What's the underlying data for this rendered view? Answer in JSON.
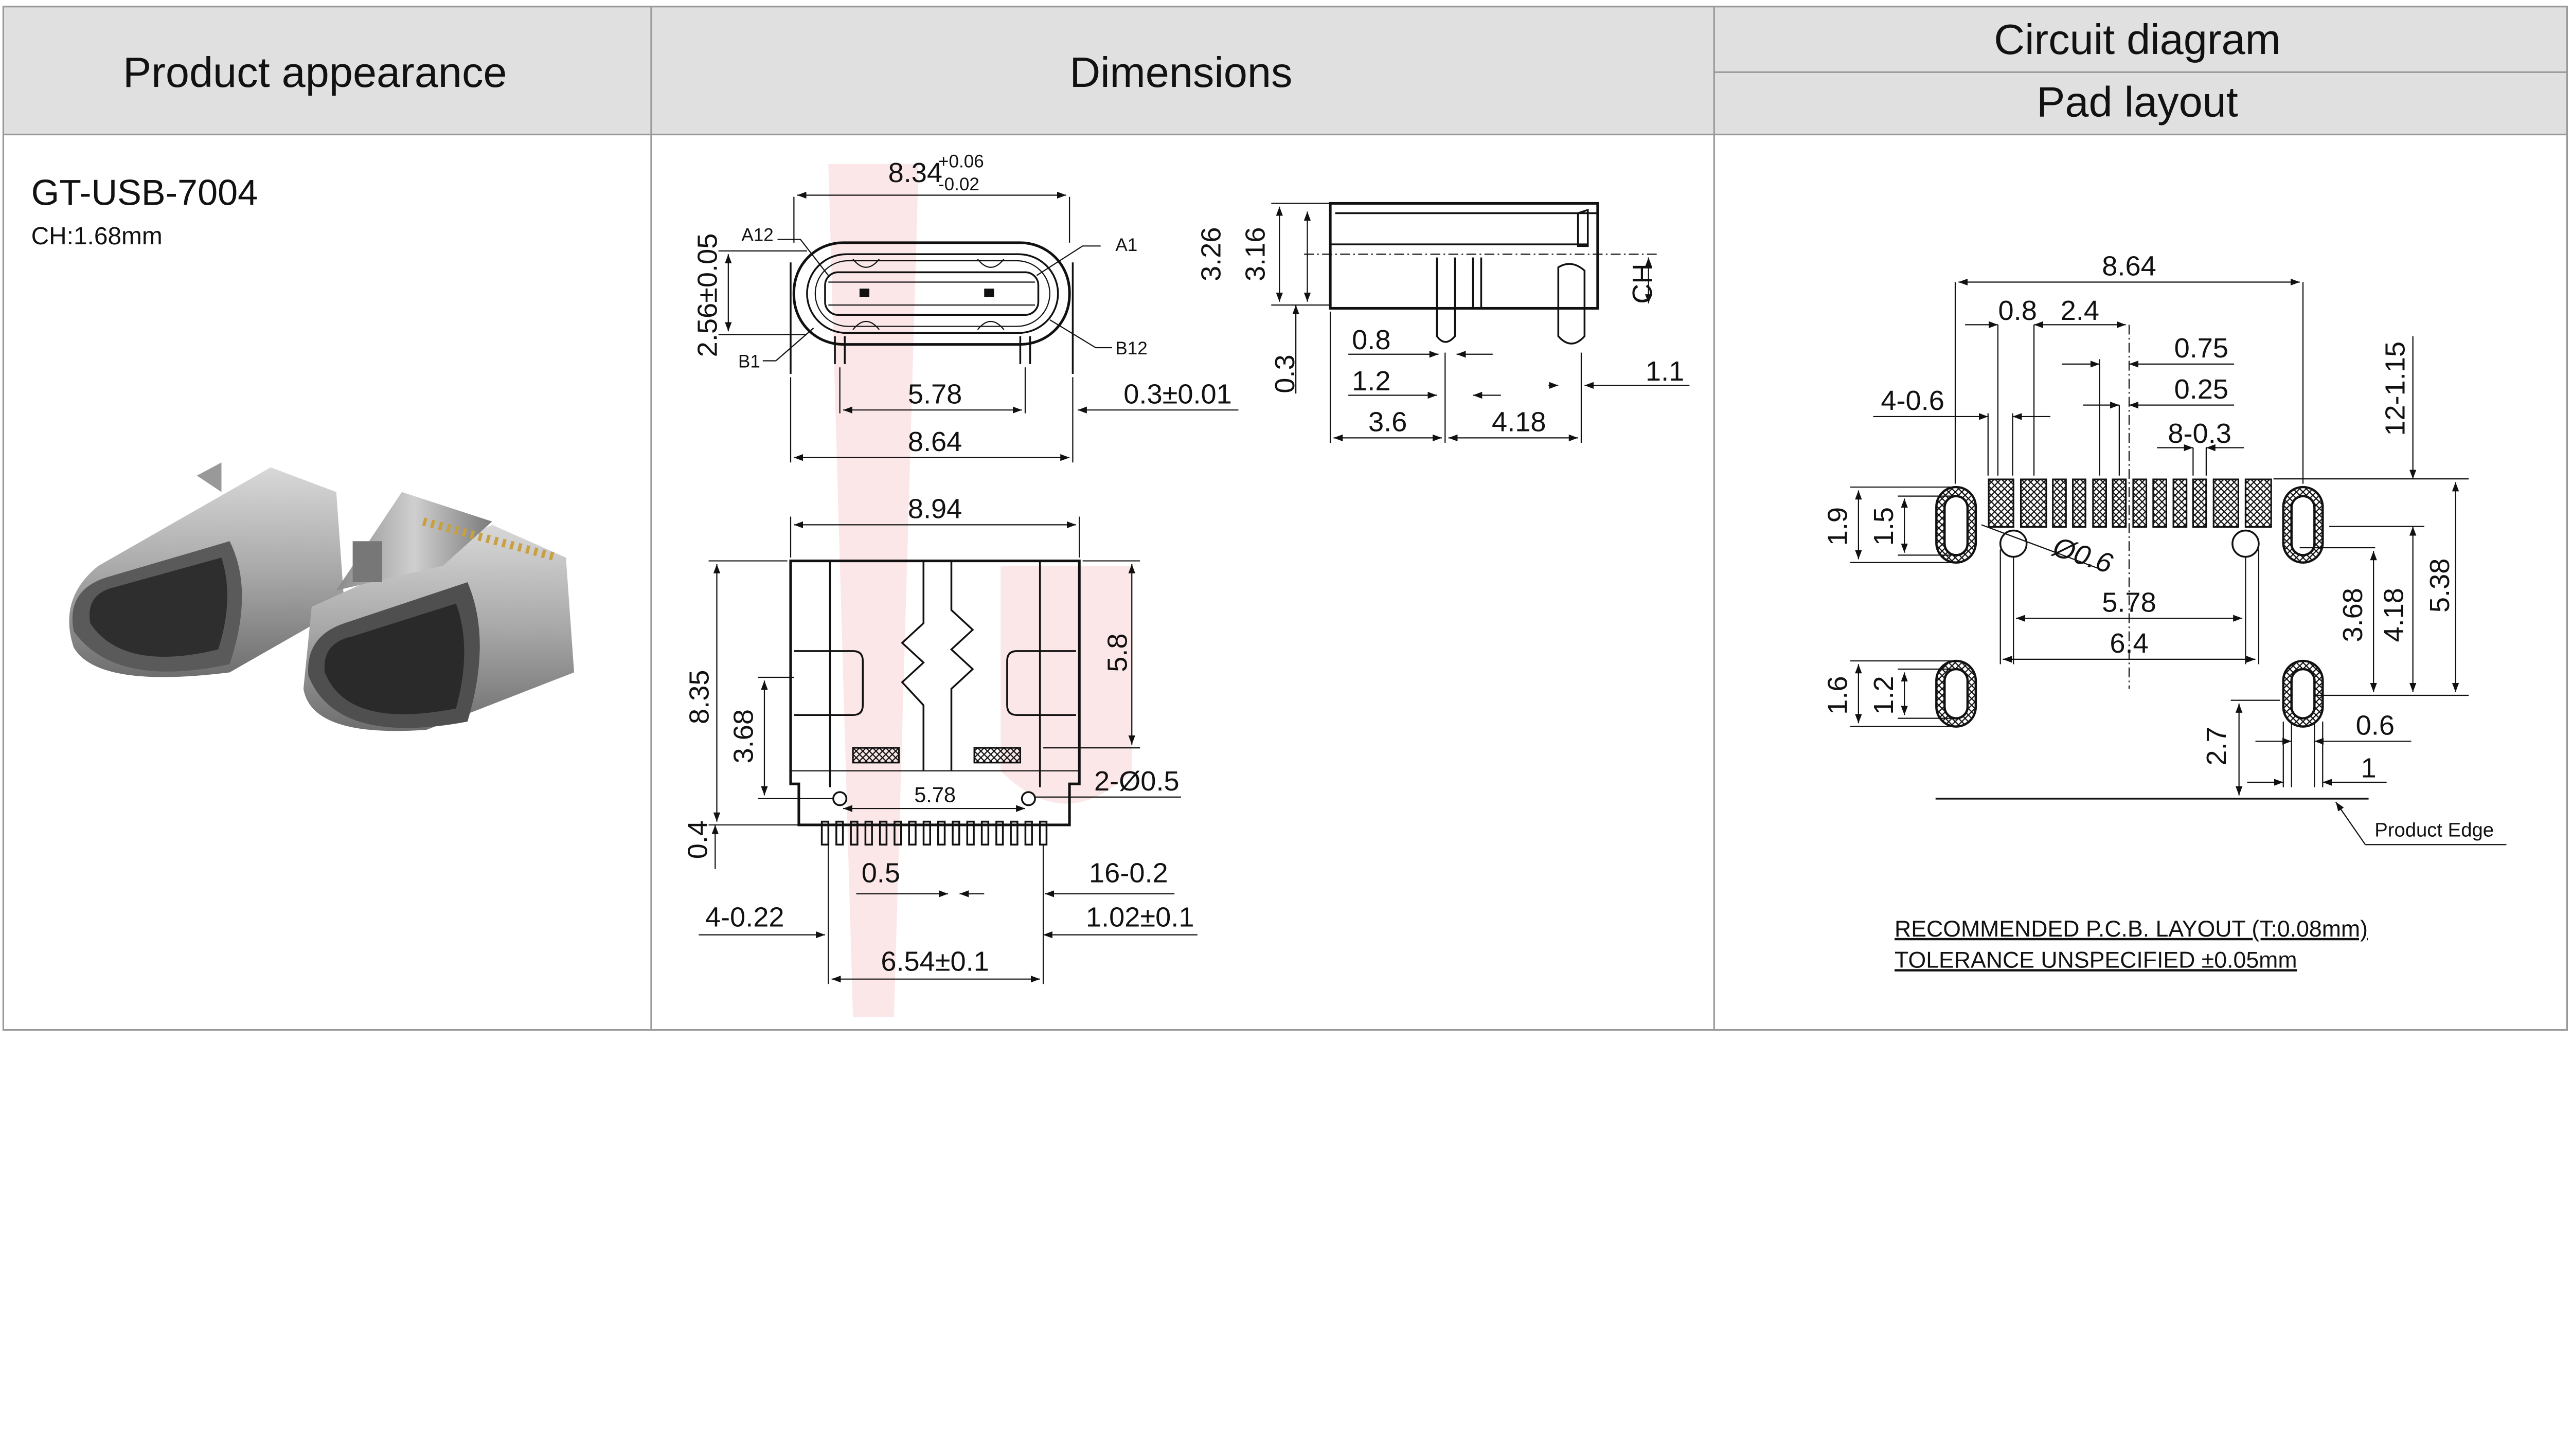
{
  "header": {
    "col1": "Product appearance",
    "col2": "Dimensions",
    "col3_top": "Circuit diagram",
    "col3_bottom": "Pad layout"
  },
  "product": {
    "model": "GT-USB-7004",
    "spec": "CH:1.68mm"
  },
  "dimensions": {
    "front": {
      "width": "8.34",
      "tol_plus": "+0.06",
      "tol_minus": "-0.02",
      "height": "2.56±0.05",
      "pin_a12": "A12",
      "pin_a1": "A1",
      "pin_b1": "B1",
      "pin_b12": "B12",
      "pin_span": "5.78",
      "pin_width": "0.3±0.01",
      "overall": "8.64"
    },
    "side": {
      "h1": "3.26",
      "h2": "3.16",
      "ch": "CH",
      "t": "0.3",
      "w1": "0.8",
      "w2": "1.2",
      "w3": "1.1",
      "l1": "3.6",
      "l2": "4.18"
    },
    "bottom": {
      "width": "8.94",
      "length": "8.35",
      "d1": "3.68",
      "d2": "5.8",
      "holes": "2-Ø0.5",
      "hole_span": "5.78",
      "t": "0.4",
      "pitch": "0.5",
      "pins": "16-0.2",
      "side_pins": "4-0.22",
      "pin_offset": "1.02±0.1",
      "pin_span": "6.54±0.1"
    }
  },
  "pad_layout": {
    "overall": "8.64",
    "d08": "0.8",
    "d24": "2.4",
    "d075": "0.75",
    "d025": "0.25",
    "slots": "4-0.6",
    "narrow": "8-0.3",
    "pad_len": "12-1.15",
    "h19": "1.9",
    "h15": "1.5",
    "hole": "Ø0.6",
    "span578": "5.78",
    "span64": "6.4",
    "v368": "3.68",
    "v418": "4.18",
    "v538": "5.38",
    "h16": "1.6",
    "h12": "1.2",
    "w06": "0.6",
    "v27": "2.7",
    "w1": "1",
    "edge": "Product Edge",
    "note1": "RECOMMENDED  P.C.B. LAYOUT (T:0.08mm)",
    "note2": "TOLERANCE UNSPECIFIED ±0.05mm"
  }
}
